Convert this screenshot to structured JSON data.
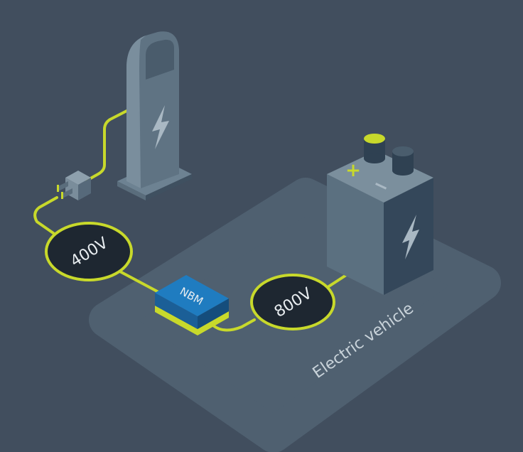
{
  "labels": {
    "source_voltage": "400V",
    "converter": "NBM",
    "vehicle_voltage": "800V",
    "vehicle_zone": "Electric vehicle"
  },
  "battery": {
    "positive_symbol": "+",
    "negative_symbol": "−"
  },
  "colors": {
    "background": "#414e5e",
    "platform": "#4f6070",
    "cable": "#c8d92b",
    "voltage_badge": "#1e2731",
    "converter": "#1f7cc0"
  }
}
